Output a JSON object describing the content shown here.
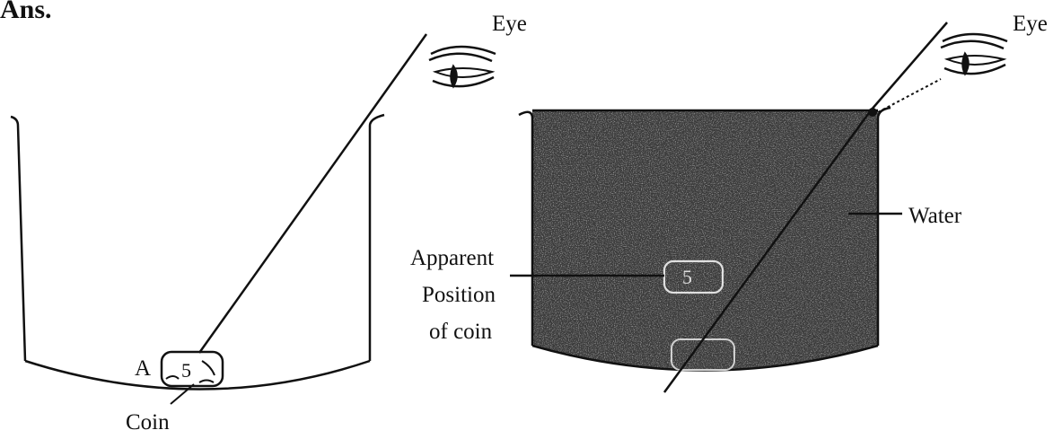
{
  "header": {
    "text": "Ans."
  },
  "left_diagram": {
    "eye_label": "Eye",
    "point_label": "A",
    "coin_label": "Coin",
    "coin_mark": "5"
  },
  "right_diagram": {
    "eye_label": "Eye",
    "water_label": "Water",
    "apparent_label_line1": "Apparent",
    "apparent_label_line2": "Position",
    "apparent_label_line3": "of coin",
    "coin_mark": "5"
  },
  "colors": {
    "ink": "#111111",
    "water_fill": "#3a3a3a",
    "water_speckle": "#8c8c8c"
  }
}
